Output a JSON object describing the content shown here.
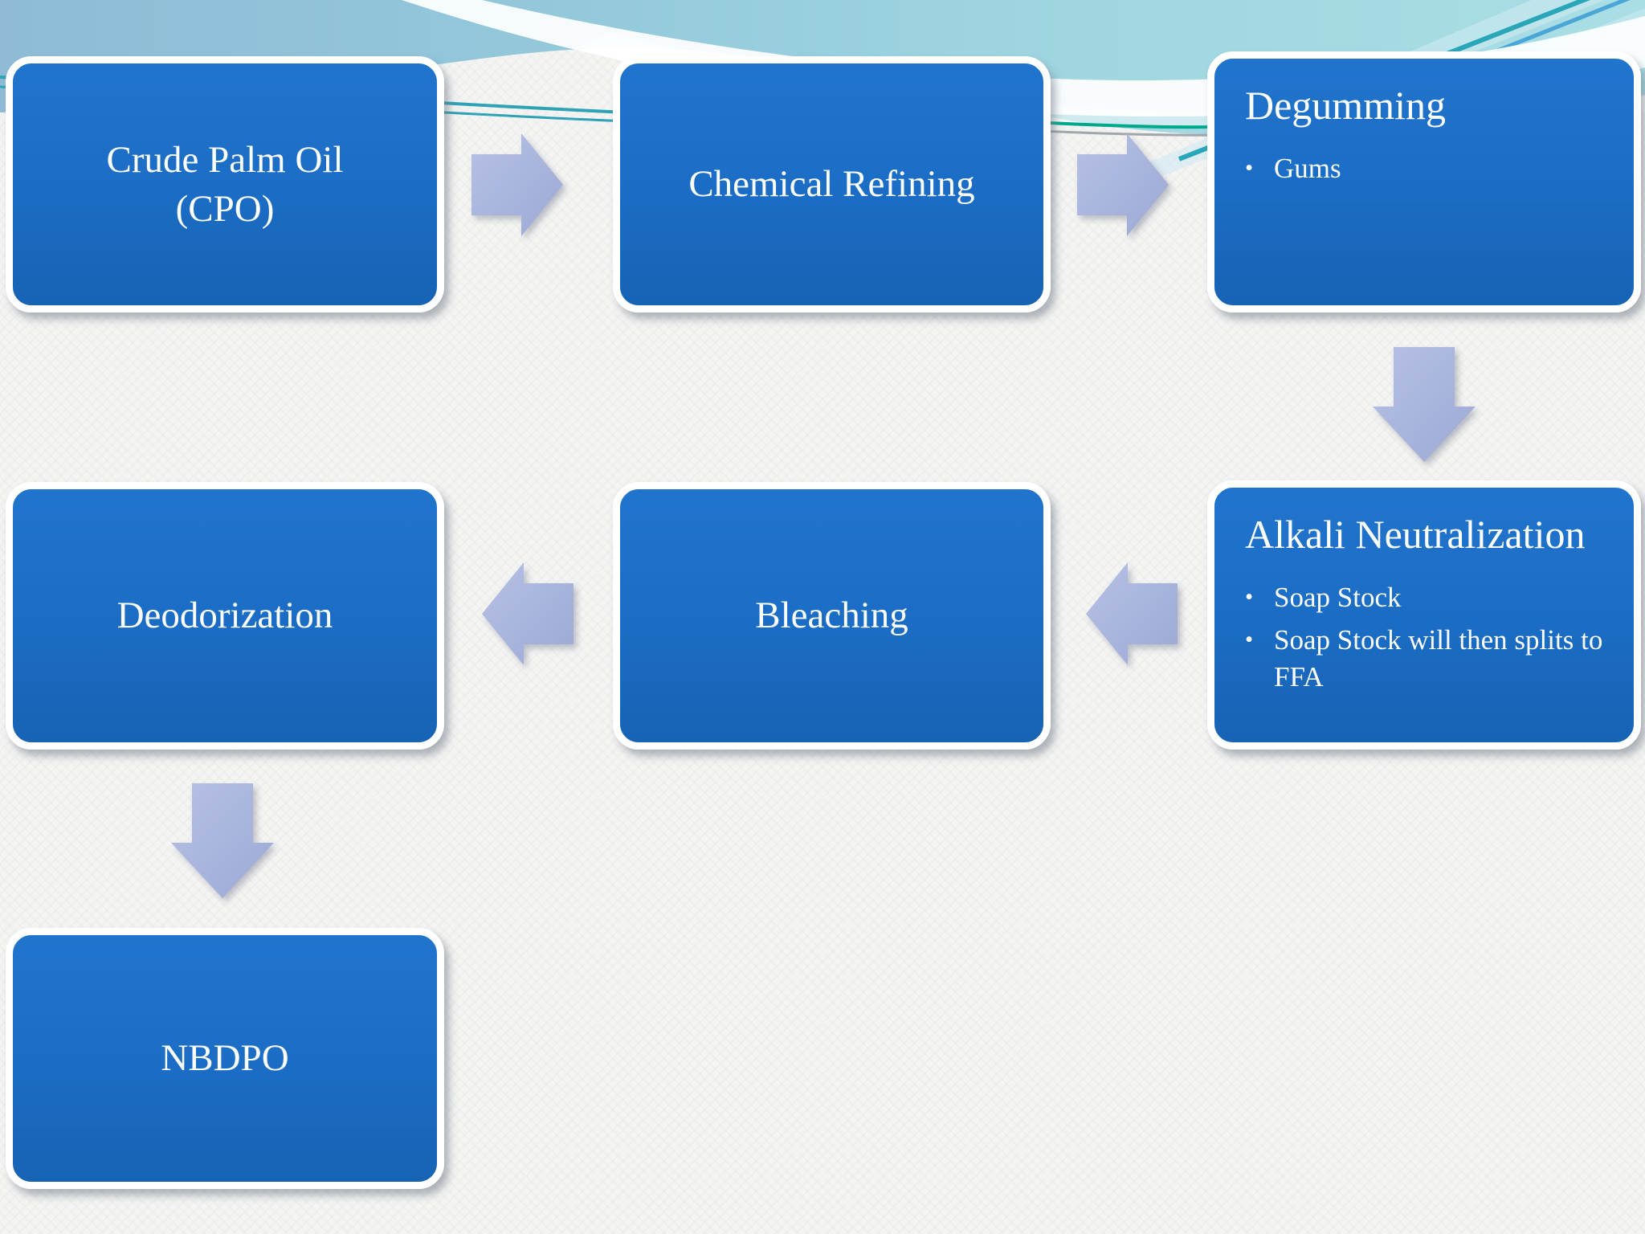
{
  "colors": {
    "box_fill": "#1B6CC4",
    "box_border": "#FFFFFF",
    "box_text": "#FCFEFE",
    "arrow_fill": "#A9B4DC",
    "band_blue_left": "#8FBBD5",
    "band_aqua_right": "#A9DEE5",
    "swoosh_white": "#FFFFFF",
    "teal_line": "#2EA3B6",
    "green_line": "#00A98C",
    "gray_line": "#A2A7AC",
    "background": "#F4F4F2"
  },
  "bullet_char": "•",
  "diagram": {
    "type": "process-flowchart",
    "nodes": [
      {
        "label": "Crude Palm Oil (CPO)"
      },
      {
        "label": "Chemical Refining"
      },
      {
        "label": "Degumming",
        "bullets": [
          "Gums"
        ]
      },
      {
        "label": "Alkali Neutralization",
        "bullets": [
          "Soap Stock",
          "Soap Stock will then splits to FFA"
        ]
      },
      {
        "label": "Bleaching"
      },
      {
        "label": "Deodorization"
      },
      {
        "label": "NBDPO"
      }
    ],
    "connections": [
      {
        "from": "Crude Palm Oil (CPO)",
        "to": "Chemical Refining",
        "direction": "right"
      },
      {
        "from": "Chemical Refining",
        "to": "Degumming",
        "direction": "right"
      },
      {
        "from": "Degumming",
        "to": "Alkali Neutralization",
        "direction": "down"
      },
      {
        "from": "Alkali Neutralization",
        "to": "Bleaching",
        "direction": "left"
      },
      {
        "from": "Bleaching",
        "to": "Deodorization",
        "direction": "left"
      },
      {
        "from": "Deodorization",
        "to": "NBDPO",
        "direction": "down"
      }
    ]
  }
}
